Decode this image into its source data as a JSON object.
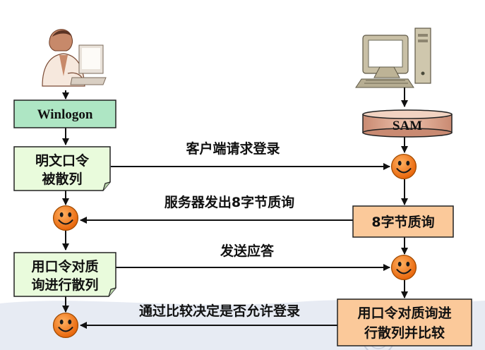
{
  "nodes": {
    "winlogon": "Winlogon",
    "sam": "SAM",
    "client_step1": [
      "明文口令",
      "被散列"
    ],
    "client_step2": [
      "用口令对质",
      "询进行散列"
    ],
    "server_step1": "8字节质询",
    "server_step2": [
      "用口令对质询进",
      "行散列并比较"
    ]
  },
  "messages": {
    "login_request": "客户端请求登录",
    "challenge": "服务器发出8字节质询",
    "response": "发送应答",
    "result": "通过比较决定是否允许登录"
  },
  "colors": {
    "winlogon_fill": "#aee6c4",
    "note_fill": "#e9fbdc",
    "server_fill": "#fbc99a",
    "sam_fill": "#e0b09a",
    "smiley": "#f07a10",
    "line": "#111111"
  },
  "icons": {
    "client": "person-at-computer-icon",
    "server": "desktop-computer-icon",
    "smiley": "smiley-face-icon"
  }
}
